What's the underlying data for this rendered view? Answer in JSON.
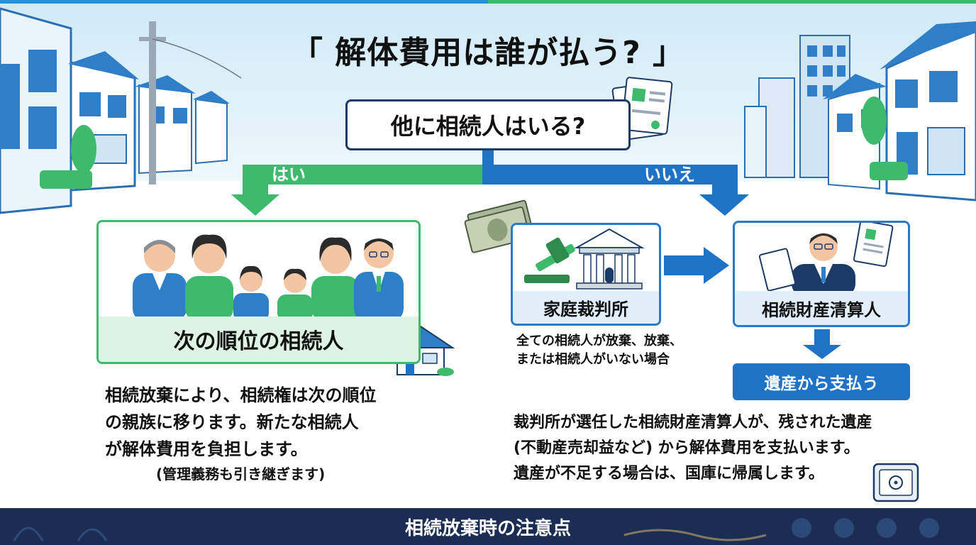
{
  "header": {
    "title": "「 解体費用は誰が払う? 」"
  },
  "question": {
    "text": "他に相続人はいる?"
  },
  "branches": {
    "yes_label": "はい",
    "no_label": "いいえ"
  },
  "next_heirs": {
    "label": "次の順位の相続人",
    "description_lines": [
      "相続放棄により、相続権は次の順位",
      "の親族に移ります。新たな相続人",
      "が解体費用を負担します。"
    ],
    "note": "(管理義務も引き継ぎます)"
  },
  "court": {
    "label": "家庭裁判所",
    "note_lines": [
      "全ての相続人が放棄、放棄、",
      "または相続人がいない場合"
    ]
  },
  "administrator": {
    "label": "相続財産清算人",
    "pay_label": "遺産から支払う",
    "description_lines": [
      "裁判所が選任した相続財産清算人が、残された遺産",
      "(不動産売却益など) から解体費用を支払います。",
      "遺産が不足する場合は、国庫に帰属します。"
    ]
  },
  "footer": {
    "text": "相続放棄時の注意点"
  },
  "icons": {
    "document": "document-icon",
    "money": "money-icon",
    "gavel": "gavel-icon",
    "courthouse": "courthouse-icon",
    "house": "house-icon",
    "safe": "safe-icon",
    "family": "family-icon",
    "lawyer": "lawyer-icon"
  },
  "colors": {
    "green": "#3dba6b",
    "blue": "#1f73c6",
    "navy": "#1b2d52",
    "sky": "#dff0f8"
  }
}
